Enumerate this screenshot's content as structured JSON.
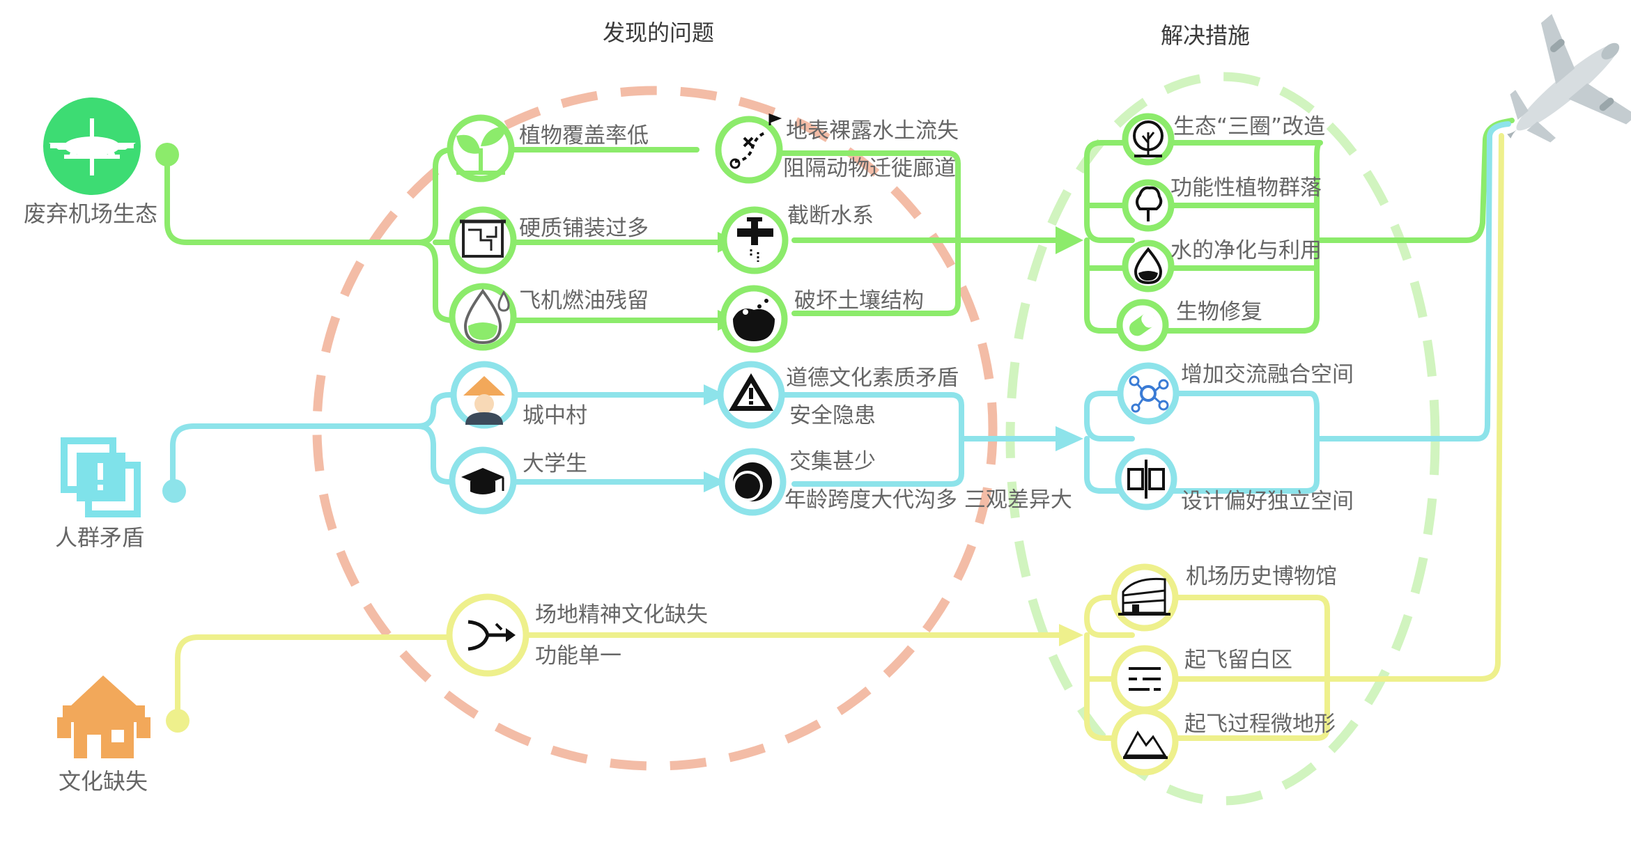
{
  "headers": {
    "problems": "发现的问题",
    "solutions": "解决措施"
  },
  "colors": {
    "green": "#8ceb6b",
    "cyan": "#8de3ea",
    "yellow": "#eef08c",
    "salmon": "#f2b59c",
    "orange": "#f2a85a",
    "airport_green": "#3ddc73",
    "cyan_icon": "#7fe2ea"
  },
  "sources": {
    "ecology": "废弃机场生态",
    "crowd": "人群矛盾",
    "culture": "文化缺失"
  },
  "ecology": {
    "causes": [
      "植物覆盖率低",
      "硬质铺装过多",
      "飞机燃油残留"
    ],
    "effects": [
      "地表裸露水土流失",
      "阻隔动物迁徙廊道",
      "截断水系",
      "破坏土壤结构"
    ],
    "solutions": [
      "生态“三圈”改造",
      "功能性植物群落",
      "水的净化与利用",
      "生物修复"
    ]
  },
  "crowd": {
    "causes": [
      "城中村",
      "大学生"
    ],
    "effects": [
      "道德文化素质矛盾",
      "安全隐患",
      "交集甚少",
      "年龄跨度大代沟多 三观差异大"
    ],
    "solutions": [
      "增加交流融合空间",
      "设计偏好独立空间"
    ]
  },
  "culture": {
    "causes": [
      "场地精神文化缺失",
      "功能单一"
    ],
    "solutions": [
      "机场历史博物馆",
      "起飞留白区",
      "起飞过程微地形"
    ]
  },
  "icons": {
    "airport": "airplane-circle-icon",
    "crowd": "warning-squares-icon",
    "culture": "house-icon",
    "plant": "sprout-icon",
    "paving": "map-board-icon",
    "fuel": "water-drop-icon",
    "erosion": "path-flag-icon",
    "pipe": "faucet-icon",
    "soil": "soil-icon",
    "circle_tree": "tree-circle-icon",
    "tree": "tree-icon",
    "drop": "drop-icon",
    "bio": "capsule-icon",
    "villager": "villager-icon",
    "student": "graduation-cap-icon",
    "warning": "warning-triangle-icon",
    "intersect": "eclipse-icon",
    "merge": "merge-arrow-icon",
    "network": "network-icon",
    "independent": "split-rooms-icon",
    "museum": "museum-icon",
    "blank": "blank-lines-icon",
    "terrain": "mountain-icon",
    "plane": "airplane-icon"
  }
}
